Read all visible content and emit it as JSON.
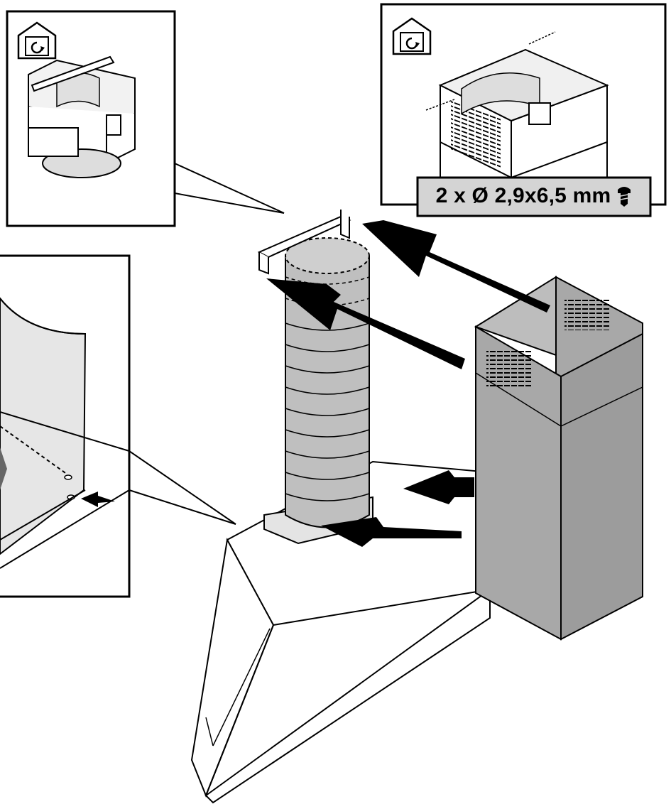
{
  "diagram": {
    "type": "assembly-instruction",
    "panels": [
      {
        "id": "detail-top-left",
        "icon": "recirculation-mode-icon"
      },
      {
        "id": "detail-top-right",
        "icon": "recirculation-mode-icon"
      },
      {
        "id": "detail-left",
        "icon": null
      }
    ],
    "screw_spec": {
      "text": "2 x  Ø 2,9x6,5 mm",
      "icon": "screw-icon"
    },
    "colors": {
      "outline": "#000000",
      "chimney_gray": "#a8a8a8",
      "duct_gray": "#bfbfbf",
      "label_bg": "#d4d4d4",
      "panel_fill": "#e6e6e6"
    }
  }
}
